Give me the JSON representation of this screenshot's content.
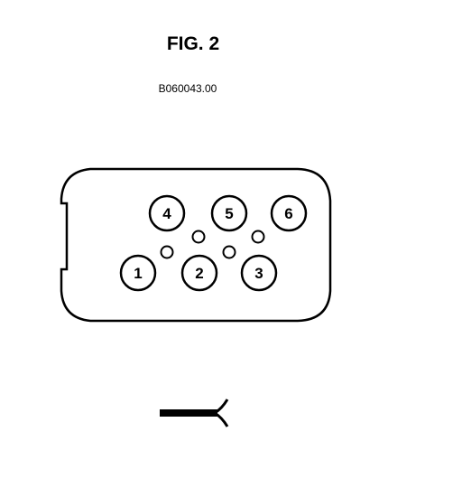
{
  "figure": {
    "title": "FIG. 2",
    "reference_code": "B060043.00"
  },
  "connector": {
    "pins": [
      {
        "number": "1"
      },
      {
        "number": "2"
      },
      {
        "number": "3"
      },
      {
        "number": "4"
      },
      {
        "number": "5"
      },
      {
        "number": "6"
      }
    ],
    "small_holes_count": 4
  },
  "colors": {
    "line": "#000000",
    "background": "#ffffff"
  },
  "icons": {
    "view_indicator": "wire-end-view-icon"
  }
}
